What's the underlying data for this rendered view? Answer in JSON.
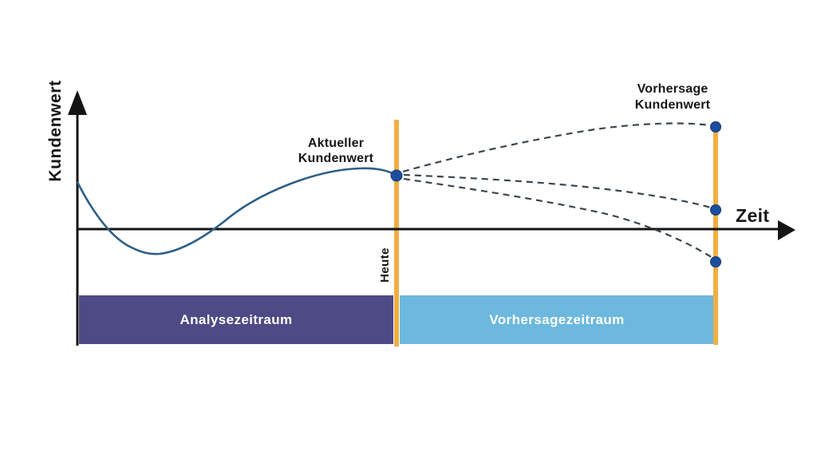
{
  "labels": {
    "y_axis": "Kundenwert",
    "x_axis": "Zeit",
    "today": "Heute",
    "current_value": "Aktueller Kundenwert",
    "forecast_value": "Vorhersage Kundenwert",
    "analysis_period": "Analysezeitraum",
    "forecast_period": "Vorhersagezeitraum"
  },
  "colors": {
    "axis": "#141414",
    "curve": "#2D5F87",
    "forecast_dash": "#3A454E",
    "marker": "#1C4EA0",
    "marker_edge": "#15396B",
    "timeline": "#F0AF42",
    "analysis_bar": "#4E4A86",
    "forecast_bar": "#6CB8DE"
  }
}
